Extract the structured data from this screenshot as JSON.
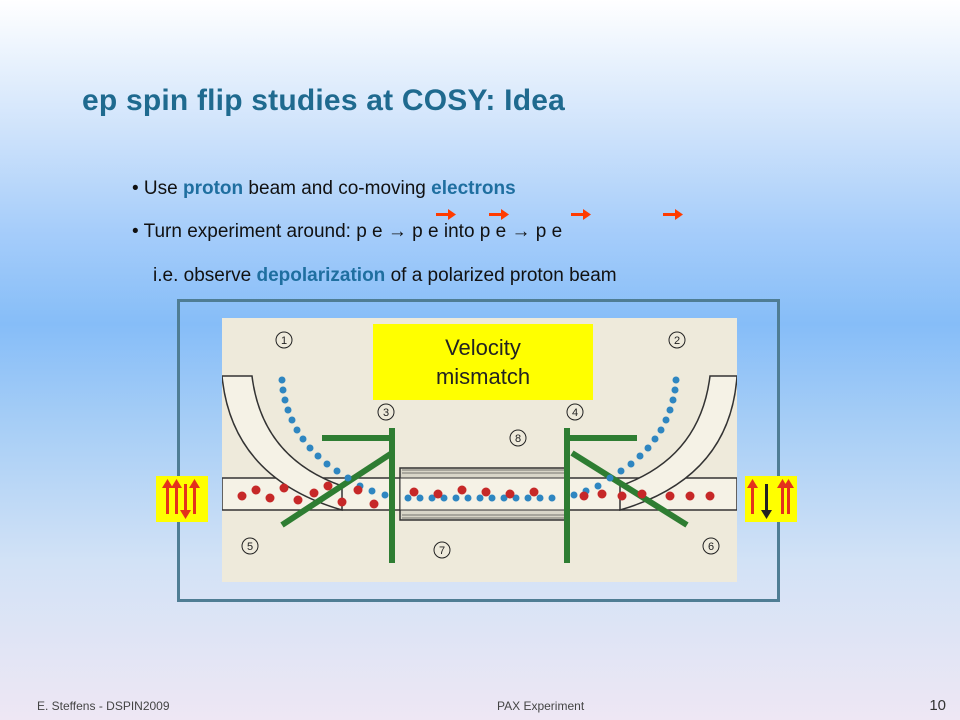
{
  "slide": {
    "title": "ep spin flip studies at COSY: Idea",
    "bullet1": {
      "prefix": "• Use ",
      "proton": "proton",
      "middle": " beam and co-moving ",
      "electrons": "electrons"
    },
    "bullet2": {
      "text": "• Turn experiment around: p e → p e into p e → p e"
    },
    "bullet3": {
      "prefix": "i.e. observe ",
      "depol": "depolarization",
      "suffix": " of a polarized proton beam"
    },
    "velocity_box": {
      "line1": "Velocity",
      "line2": "mismatch"
    },
    "figure_labels": [
      "1",
      "2",
      "3",
      "4",
      "5",
      "6",
      "7",
      "8"
    ]
  },
  "footer": {
    "left": "E. Steffens - DSPIN2009",
    "center": "PAX Experiment",
    "page": "10"
  },
  "colors": {
    "title": "#1f6a8f",
    "highlight": "#1f6fa0",
    "electron": "#2e86c1",
    "proton": "#c62828",
    "magnet": "#2e7d32",
    "spin_arrow": "#ff3b00"
  }
}
